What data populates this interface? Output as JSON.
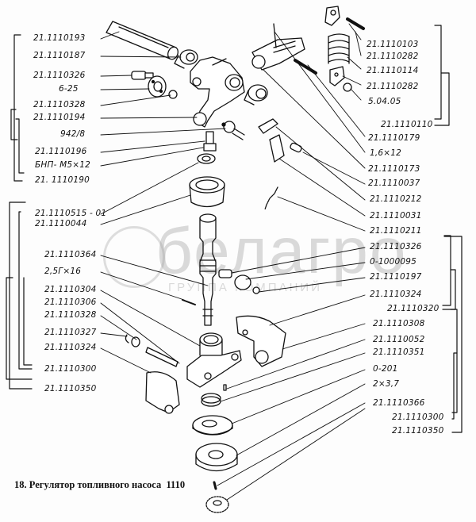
{
  "caption": {
    "number": "18.",
    "title": "Регулятор топливного насоса",
    "code": "1110"
  },
  "watermark": {
    "brand": "белагро",
    "subtitle": "ГРУППА КОМПАНИЙ"
  },
  "labels_left": [
    "21.1110193",
    "21.1110187",
    "21.1110326",
    "6-25",
    "21.1110328",
    "21.1110194",
    "942/8",
    "21.1110196",
    "БНП- М5×12",
    "21. 1110190",
    "21.1110515 - 01",
    "21.1110044",
    "21.1110364",
    "2,5Г×16",
    "21.1110304",
    "21.1110306",
    "21.1110328",
    "21.1110327",
    "21.1110324",
    "21.1110300",
    "21.1110350"
  ],
  "labels_right": [
    "21.1110103",
    "21.1110282",
    "21.1110114",
    "21.1110282",
    "5.04.05",
    "21.1110110",
    "21.1110179",
    "1,6×12",
    "21.1110173",
    "21.1110037",
    "21.1110212",
    "21.1110031",
    "21.1110211",
    "21.1110326",
    "0-1000095",
    "21.1110197",
    "21.1110324",
    "21.1110320",
    "21.1110308",
    "21.1110052",
    "21.1110351",
    "0-201",
    "2×3,7",
    "21.1110366",
    "21.1110300",
    "21.1110350"
  ]
}
